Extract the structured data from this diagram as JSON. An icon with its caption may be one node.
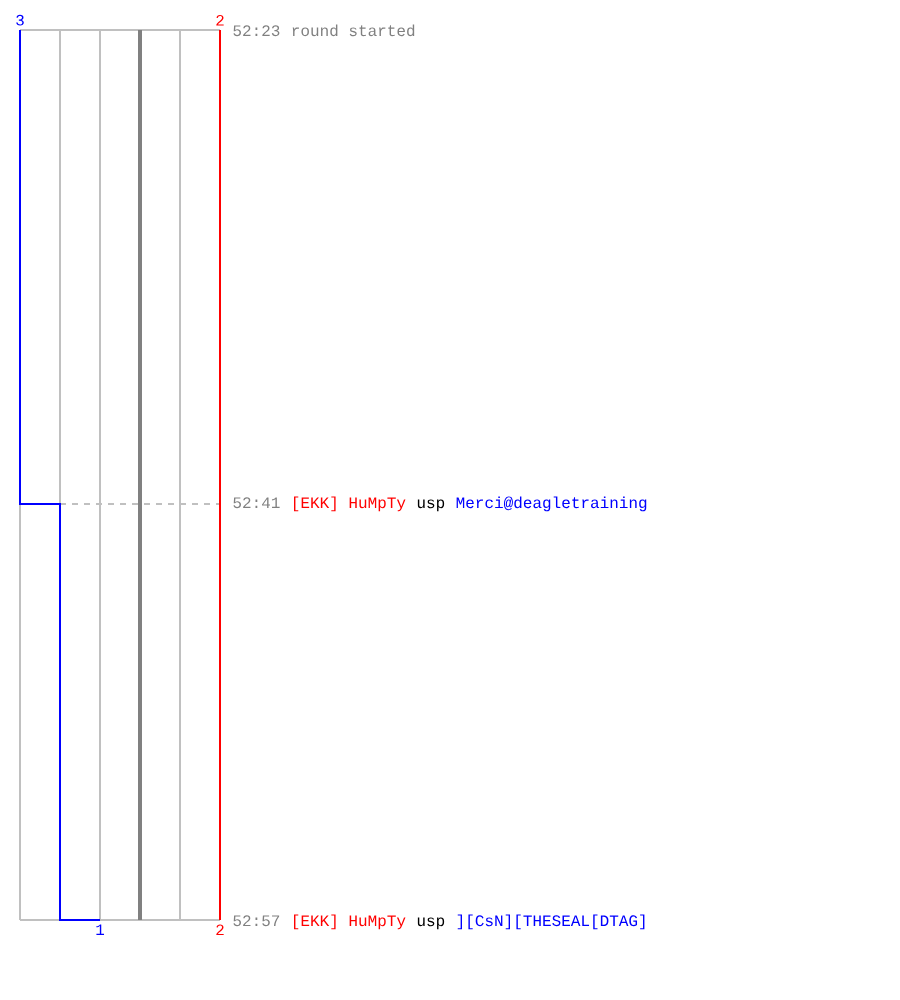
{
  "diagram": {
    "labels": [
      "3",
      "2",
      "52:23",
      "round started",
      "52:41",
      "[EKK] HuMpTy",
      "usp",
      "Merci@deagletraining",
      "52:57",
      "[EKK] HuMpTy",
      "usp",
      "][CsN][THESEAL[DTAG]",
      "1",
      "2"
    ]
  }
}
